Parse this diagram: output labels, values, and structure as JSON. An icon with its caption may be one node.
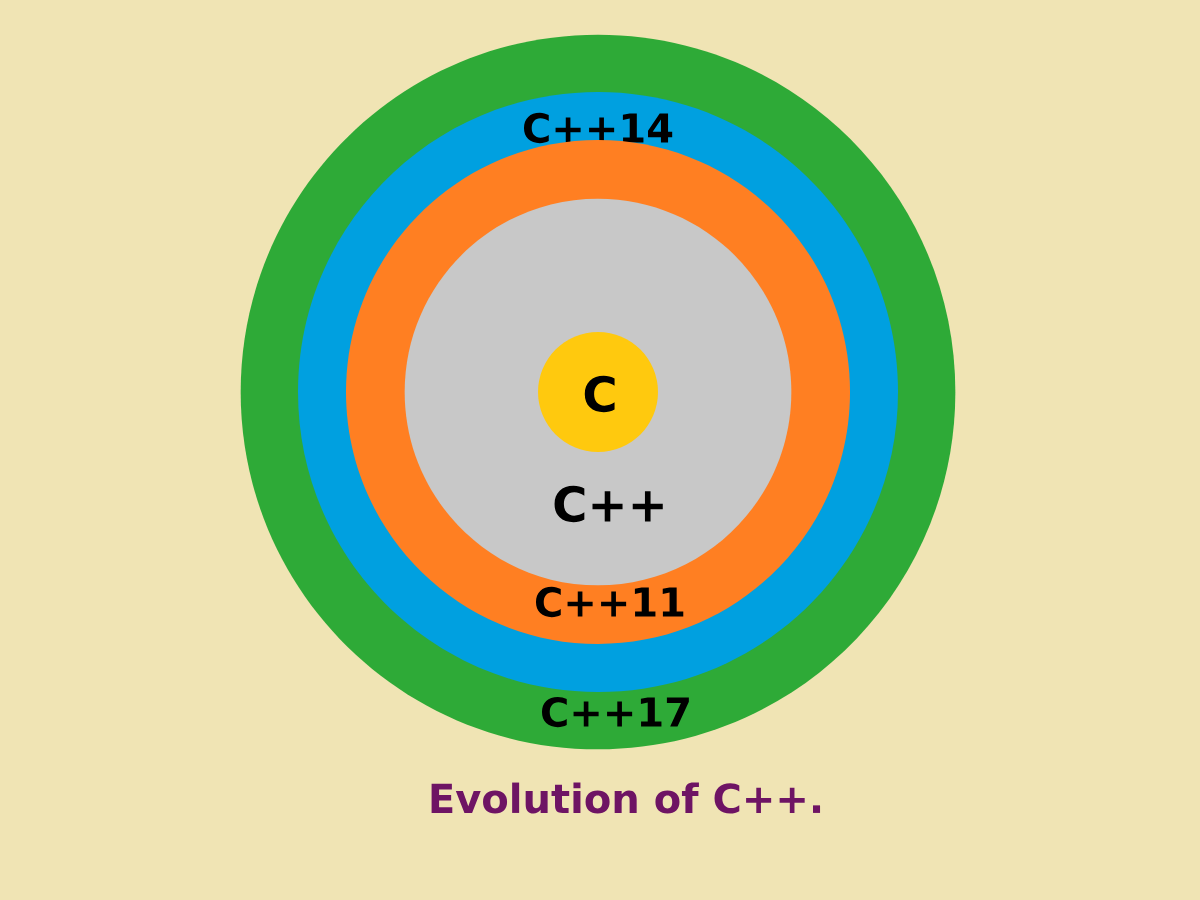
{
  "diagram": {
    "caption": "Evolution of C++.",
    "nodes": [
      {
        "text": [
          "C++17"
        ]
      },
      {
        "text": [
          "C++14"
        ],
        "in": 0
      },
      {
        "text": [
          "C++11"
        ],
        "in": 1
      },
      {
        "text": [
          "C++"
        ],
        "in": 2
      },
      {
        "text": [
          "C"
        ],
        "in": 3
      }
    ]
  }
}
